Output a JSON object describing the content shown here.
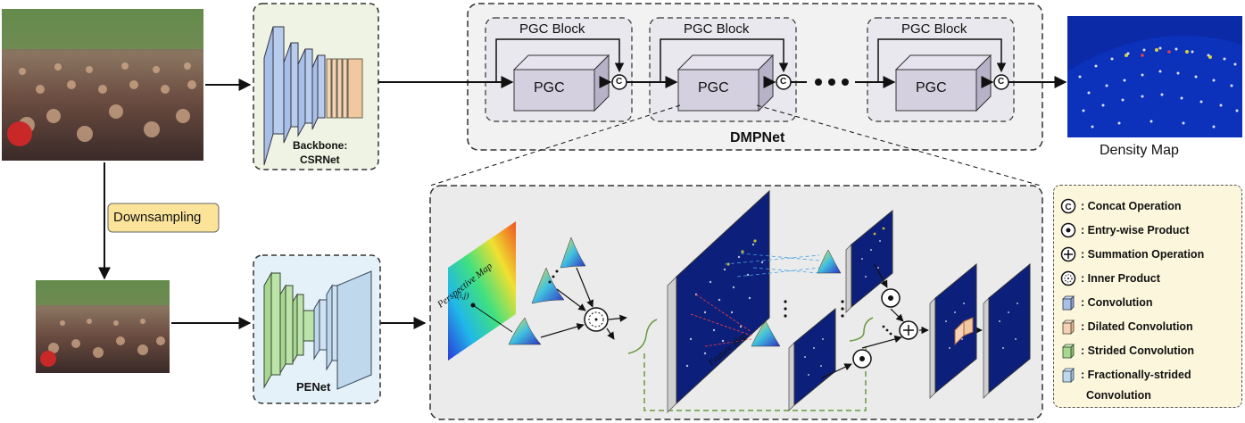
{
  "labels": {
    "backbone_line1": "Backbone:",
    "backbone_line2": "CSRNet",
    "dmpnet": "DMPNet",
    "pgc_block": "PGC Block",
    "pgc": "PGC",
    "density_map": "Density Map",
    "downsampling": "Downsampling",
    "penet": "PENet",
    "perspective_map": "Perspective Map",
    "feature_map": "Feature Map",
    "concat_symbol": "C",
    "pos_label": "(i,j)"
  },
  "legend": {
    "items": [
      {
        "symbol": "concat-icon",
        "label": ": Concat Operation"
      },
      {
        "symbol": "entry-product-icon",
        "label": ": Entry-wise Product"
      },
      {
        "symbol": "summation-icon",
        "label": ": Summation Operation"
      },
      {
        "symbol": "inner-product-icon",
        "label": ": Inner Product"
      },
      {
        "symbol": "convolution-icon",
        "label": ": Convolution"
      },
      {
        "symbol": "dilated-convolution-icon",
        "label": ": Dilated Convolution"
      },
      {
        "symbol": "strided-convolution-icon",
        "label": ": Strided Convolution"
      },
      {
        "symbol": "fractionally-strided-convolution-icon",
        "label": ": Fractionally-strided",
        "continuation": "Convolution"
      }
    ]
  },
  "colors": {
    "convolution": "#a8c0e8",
    "dilated": "#f5d2b4",
    "strided": "#a8d890",
    "fractional": "#c0d8ec",
    "pgc_cube": "#d4d0e0",
    "downsampling_bg": "#fbe49a",
    "backbone_bg": "#eef3e3",
    "penet_bg": "#e5f1f9",
    "legend_bg": "#fcf6dc",
    "density_bg": "#0a2aa8"
  }
}
